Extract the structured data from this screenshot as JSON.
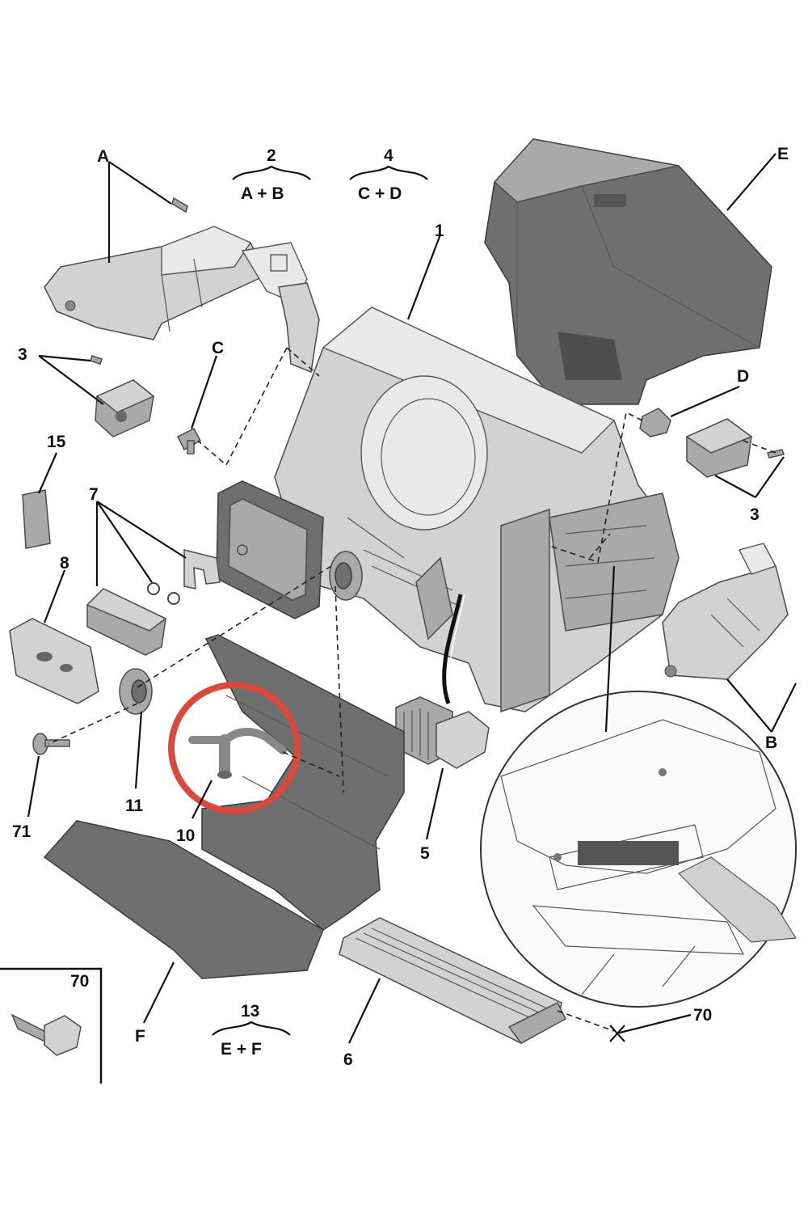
{
  "callouts": {
    "A_top": "A",
    "E": "E",
    "one": "1",
    "three_left": "3",
    "C": "C",
    "fifteen": "15",
    "seven": "7",
    "eight": "8",
    "D": "D",
    "three_right": "3",
    "B": "B",
    "eleven": "11",
    "seventy_one": "71",
    "ten": "10",
    "five": "5",
    "F": "F",
    "six": "6",
    "seventy_box": "70",
    "seventy_right": "70"
  },
  "groups": {
    "g2": {
      "number": "2",
      "formula": "A + B"
    },
    "g4": {
      "number": "4",
      "formula": "C + D"
    },
    "g13": {
      "number": "13",
      "formula": "E + F"
    }
  },
  "colors": {
    "highlight_circle": "#d94a3c",
    "dark_part": "#6f6f6f",
    "mid_part": "#a9a9a9",
    "light_part": "#d2d2d2"
  },
  "highlight": {
    "target_part": "10"
  }
}
